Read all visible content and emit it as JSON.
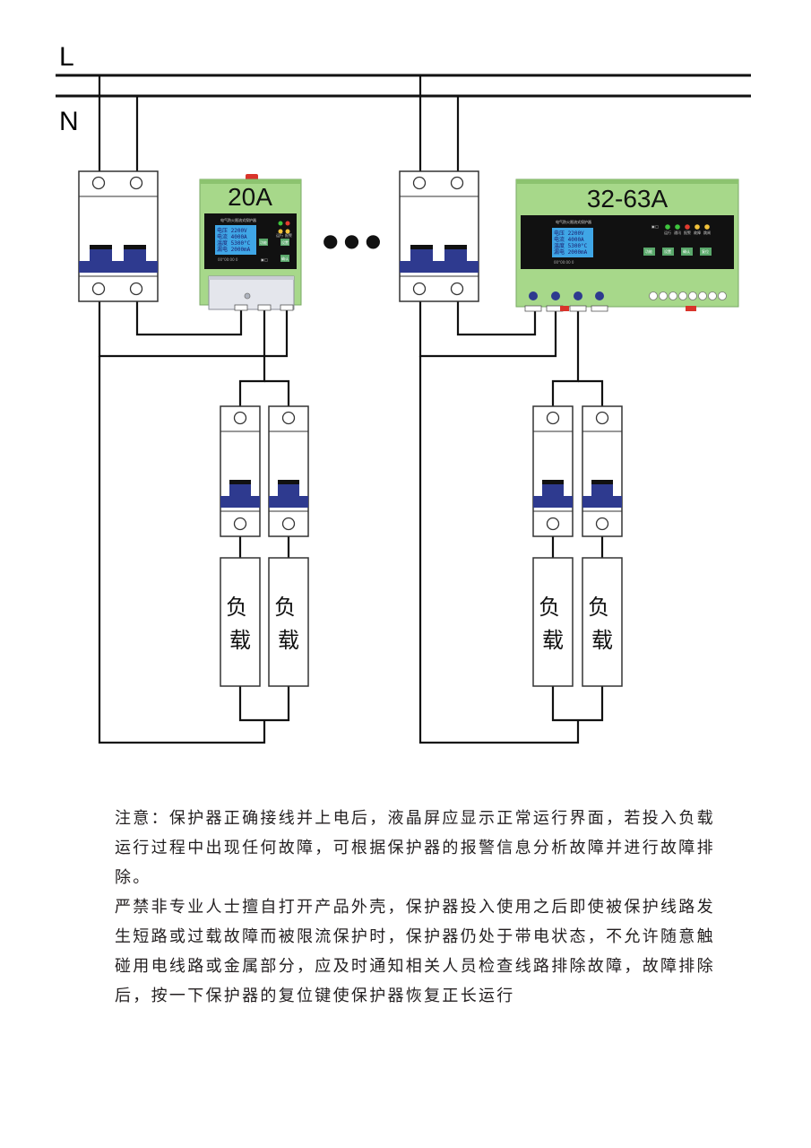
{
  "bus": {
    "live_label": "L",
    "neutral_label": "N"
  },
  "devices": [
    {
      "rating": "20A",
      "panel_title": "电气防火限流式保护器",
      "lcd_lines": [
        "电压 2200V",
        "电流 4000A",
        "温度 5300°C",
        "漏电 2000mA"
      ],
      "lcd_footer": "00°00:00 0",
      "reset_label": "▣◯",
      "led_labels": [
        "运行",
        "报警",
        "故障",
        "跳闸"
      ],
      "button_labels": [
        "功能",
        "设置",
        "确认",
        "复位"
      ]
    },
    {
      "rating": "32-63A",
      "panel_title": "电气防火限流式保护器",
      "lcd_lines": [
        "电压 2200V",
        "电流 4000A",
        "温度 5300°C",
        "漏电 2000mA"
      ],
      "lcd_footer": "00°00:00 0",
      "reset_label": "▣◯",
      "led_labels": [
        "运行",
        "通讯",
        "报警",
        "故障",
        "跳闸"
      ],
      "button_labels": [
        "功能",
        "设置",
        "确认",
        "复位"
      ]
    }
  ],
  "ellipsis": "● ● ●",
  "loads": [
    "负载",
    "负载",
    "负载",
    "负载"
  ],
  "note_paragraphs": [
    "注意：保护器正确接线并上电后，液晶屏应显示正常运行界面，若投入负载运行过程中出现任何故障，可根据保护器的报警信息分析故障并进行故障排除。",
    "严禁非专业人士擅自打开产品外壳，保护器投入使用之后即使被保护线路发生短路或过载故障而被限流保护时，保护器仍处于带电状态，不允许随意触碰用电线路或金属部分，应及时通知相关人员检查线路排除故障，故障排除后，按一下保护器的复位键使保护器恢复正长运行"
  ],
  "colors": {
    "device_green": "#a7d88a",
    "breaker_blue": "#2e3a8f",
    "red_clip": "#d9342b"
  }
}
